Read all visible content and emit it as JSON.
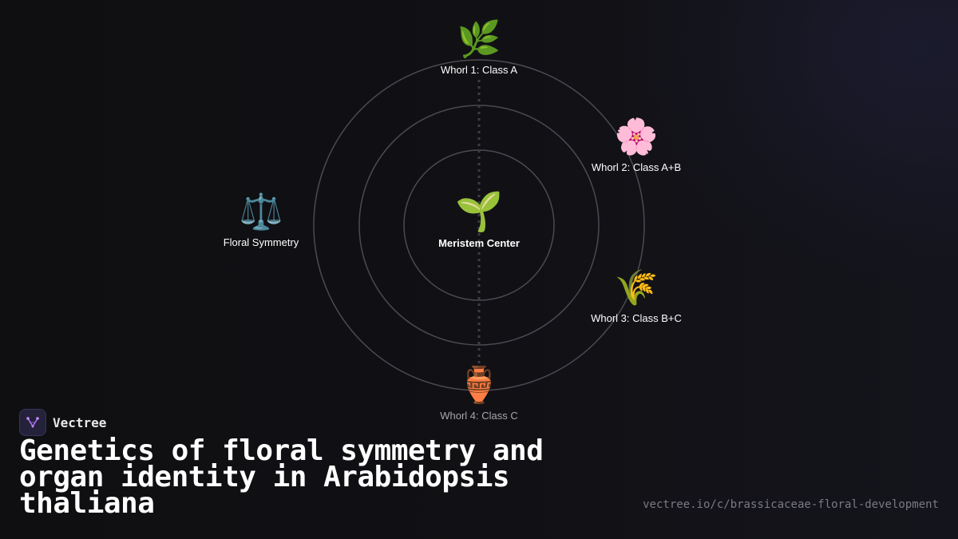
{
  "brand": {
    "name": "Vectree"
  },
  "title": "Genetics of floral symmetry and organ identity in Arabidopsis thaliana",
  "url": "vectree.io/c/brassicaceae-floral-development",
  "colors": {
    "background": "#101014",
    "ring": "#4a4a52",
    "axis": "#3c3c44",
    "logo_accent": "#b06cf0"
  },
  "nodes": {
    "whorl1": {
      "icon": "🌿",
      "icon_name": "herb-icon",
      "label": "Whorl 1: Class A"
    },
    "whorl2": {
      "icon": "🌸",
      "icon_name": "cherry-blossom-icon",
      "label": "Whorl 2: Class A+B"
    },
    "whorl3": {
      "icon": "🌾",
      "icon_name": "rice-sheaf-icon",
      "label": "Whorl 3: Class B+C"
    },
    "whorl4": {
      "icon": "🏺",
      "icon_name": "amphora-icon",
      "label": "Whorl 4: Class C"
    },
    "symmetry": {
      "icon": "⚖️",
      "icon_name": "balance-scale-icon",
      "label": "Floral Symmetry"
    },
    "center": {
      "icon": "🌱",
      "icon_name": "seedling-icon",
      "label": "Meristem Center"
    }
  }
}
